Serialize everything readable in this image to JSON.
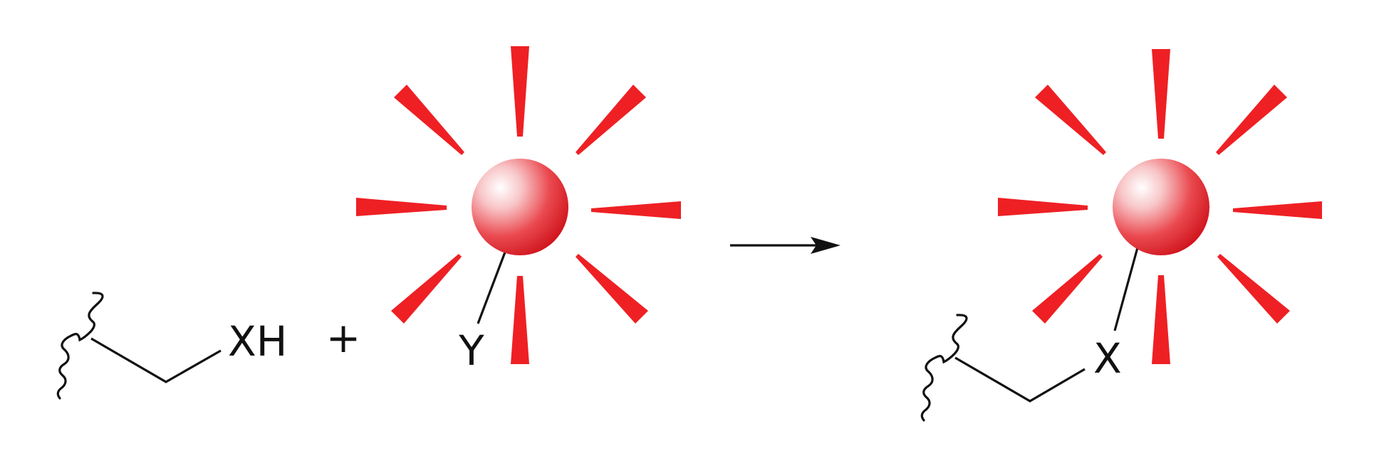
{
  "reactant_substrate": {
    "group_label": "XH"
  },
  "operator_plus": "+",
  "reactant_probe": {
    "leaving_group_label": "Y"
  },
  "product": {
    "linked_atom_label": "X"
  },
  "colors": {
    "probe_accent": "#ee2024",
    "ink": "#111111"
  }
}
